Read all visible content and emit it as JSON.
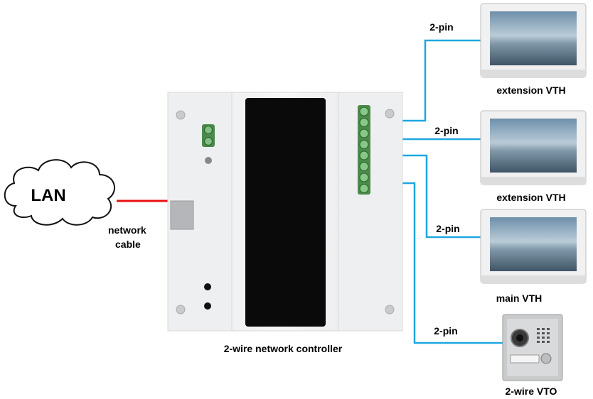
{
  "cloud": {
    "label": "LAN"
  },
  "network_cable": {
    "label_line1": "network",
    "label_line2": "cable",
    "color": "#e81010"
  },
  "controller": {
    "label": "2-wire network controller"
  },
  "wire_color": "#1ea7e0",
  "connections": [
    {
      "pin_label": "2-pin",
      "device_label": "extension VTH"
    },
    {
      "pin_label": "2-pin",
      "device_label": "extension VTH"
    },
    {
      "pin_label": "2-pin",
      "device_label": "main VTH"
    },
    {
      "pin_label": "2-pin",
      "device_label": "2-wire VTO"
    }
  ]
}
